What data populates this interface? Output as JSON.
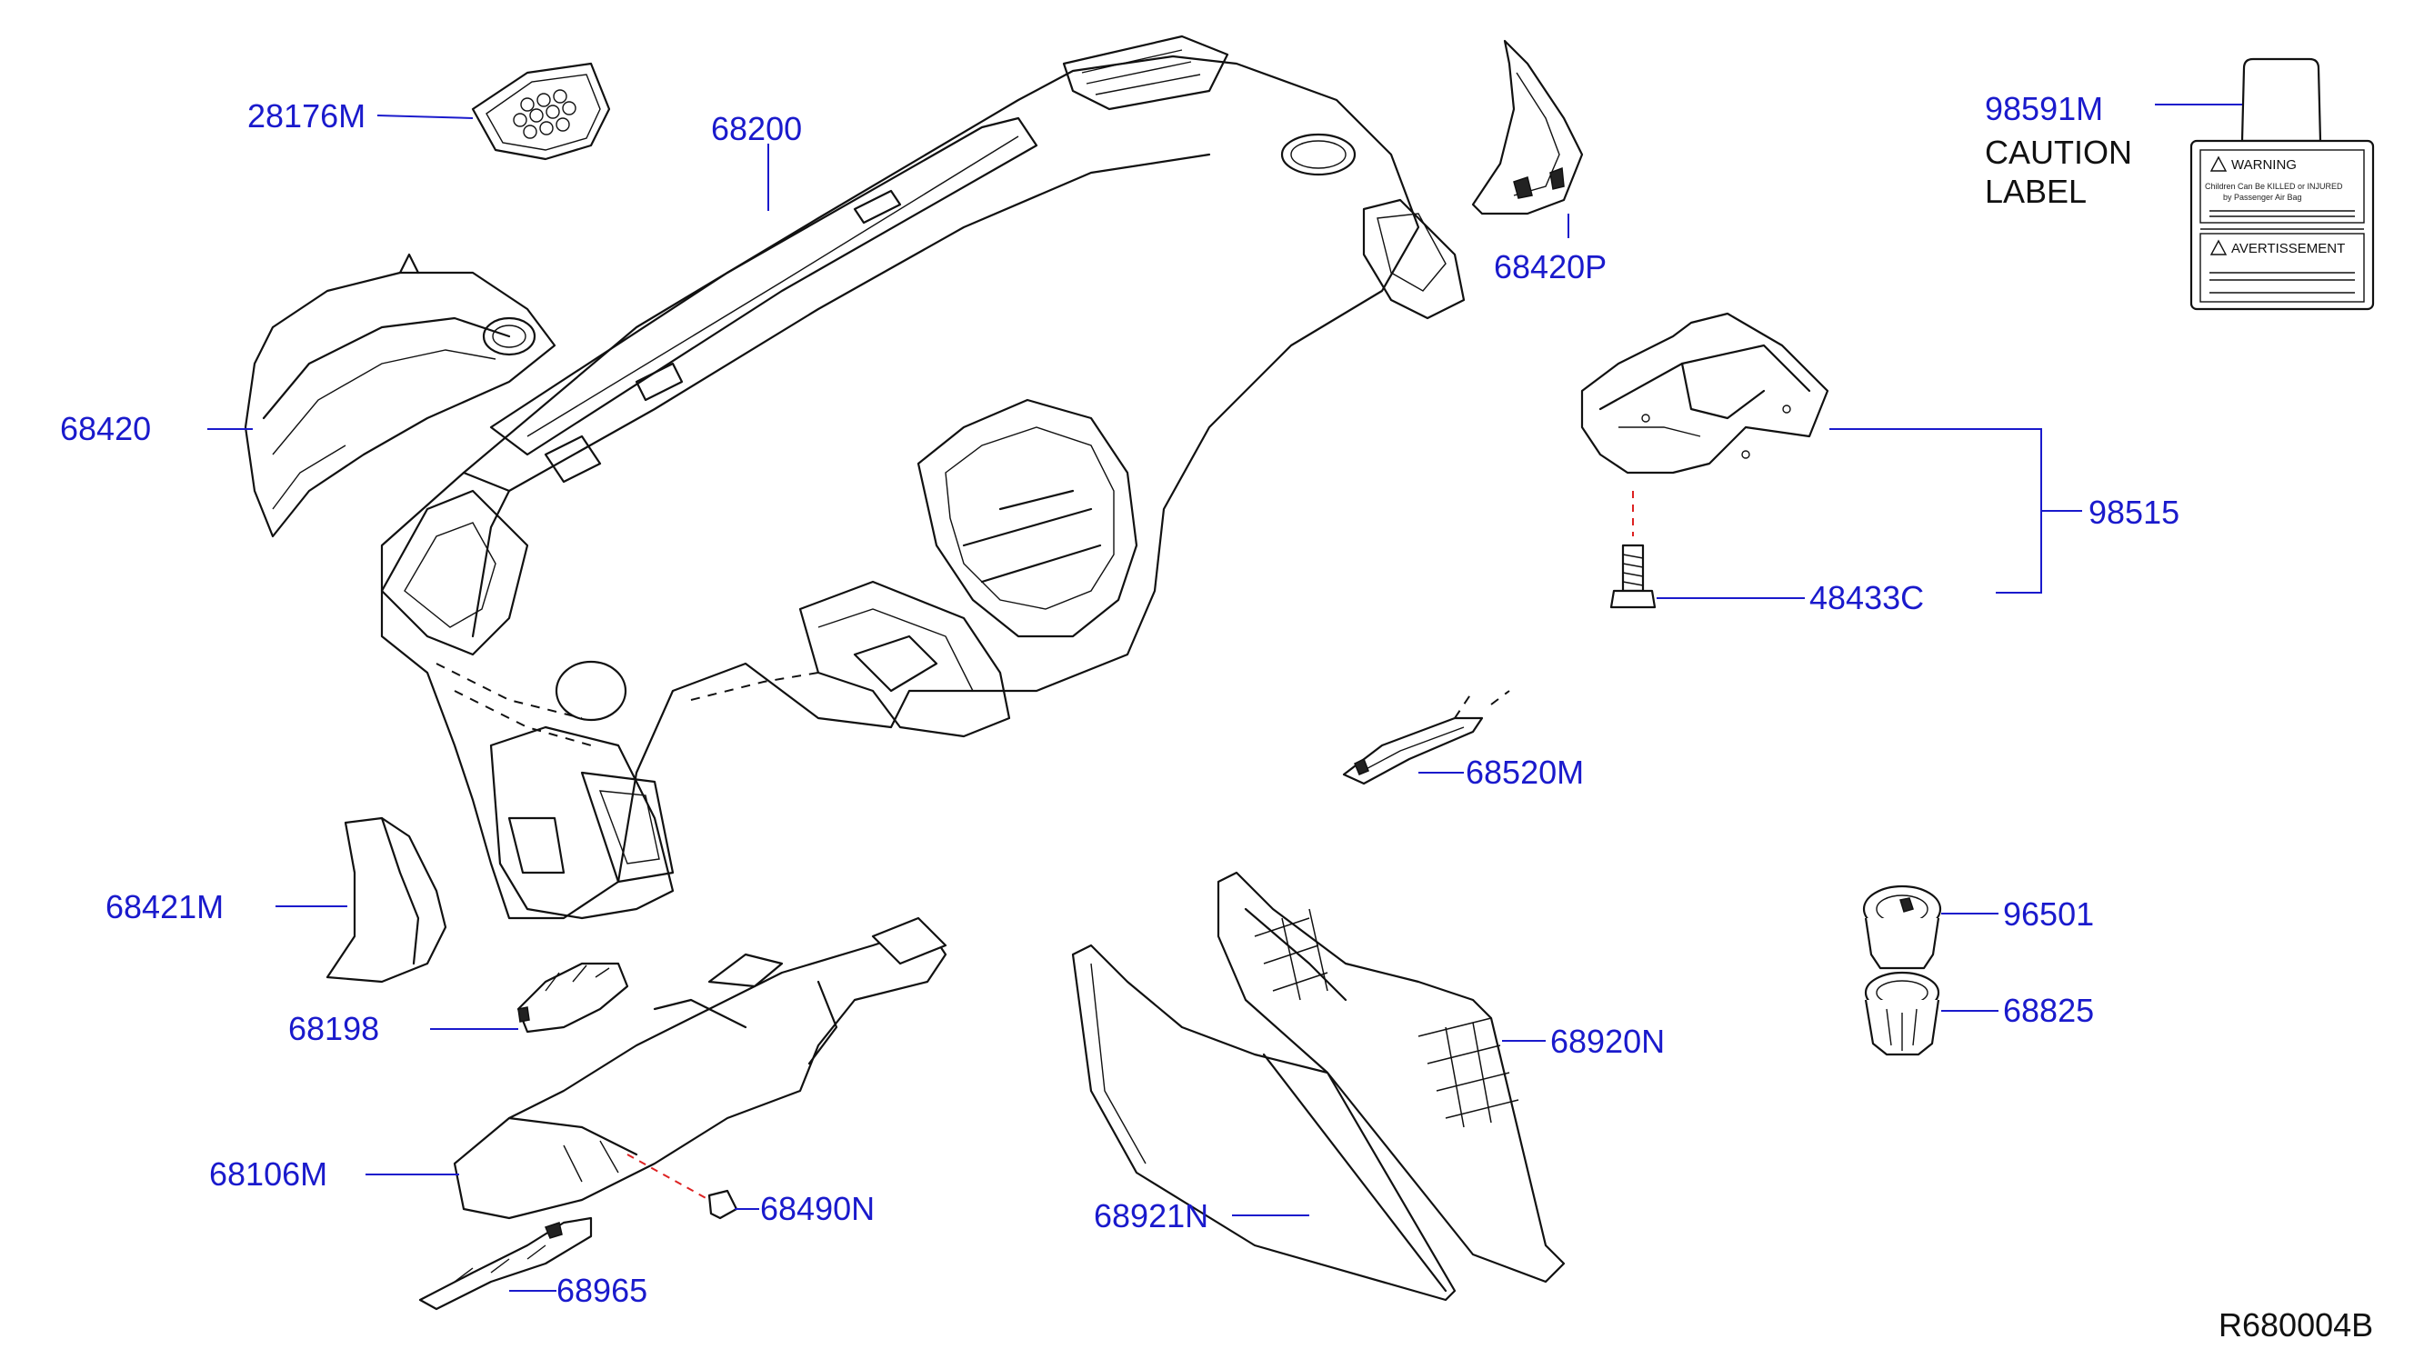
{
  "diagram": {
    "reference_code": "R680004B",
    "colors": {
      "label": "#1a1acc",
      "leader": "#1a1acc",
      "line": "#111111",
      "dashed_leader": "#dd2222"
    },
    "parts": [
      {
        "id": "p28176M",
        "number": "28176M"
      },
      {
        "id": "p68200",
        "number": "68200"
      },
      {
        "id": "p68420",
        "number": "68420"
      },
      {
        "id": "p68420P",
        "number": "68420P"
      },
      {
        "id": "p98591M",
        "number": "98591M"
      },
      {
        "id": "p98515",
        "number": "98515"
      },
      {
        "id": "p48433C",
        "number": "48433C"
      },
      {
        "id": "p68520M",
        "number": "68520M"
      },
      {
        "id": "p68421M",
        "number": "68421M"
      },
      {
        "id": "p68198",
        "number": "68198"
      },
      {
        "id": "p68106M",
        "number": "68106M"
      },
      {
        "id": "p68490N",
        "number": "68490N"
      },
      {
        "id": "p68965",
        "number": "68965"
      },
      {
        "id": "p68921N",
        "number": "68921N"
      },
      {
        "id": "p68920N",
        "number": "68920N"
      },
      {
        "id": "p96501",
        "number": "96501"
      },
      {
        "id": "p68825",
        "number": "68825"
      }
    ],
    "caution_label": {
      "line1": "CAUTION",
      "line2": "LABEL",
      "warning_heading": "WARNING",
      "warning_text": "Children    Can    Be    KILLED    or    INJURED",
      "warning_text2": "by    Passenger    Air    Bag",
      "avert_heading": "AVERTISSEMENT"
    }
  }
}
